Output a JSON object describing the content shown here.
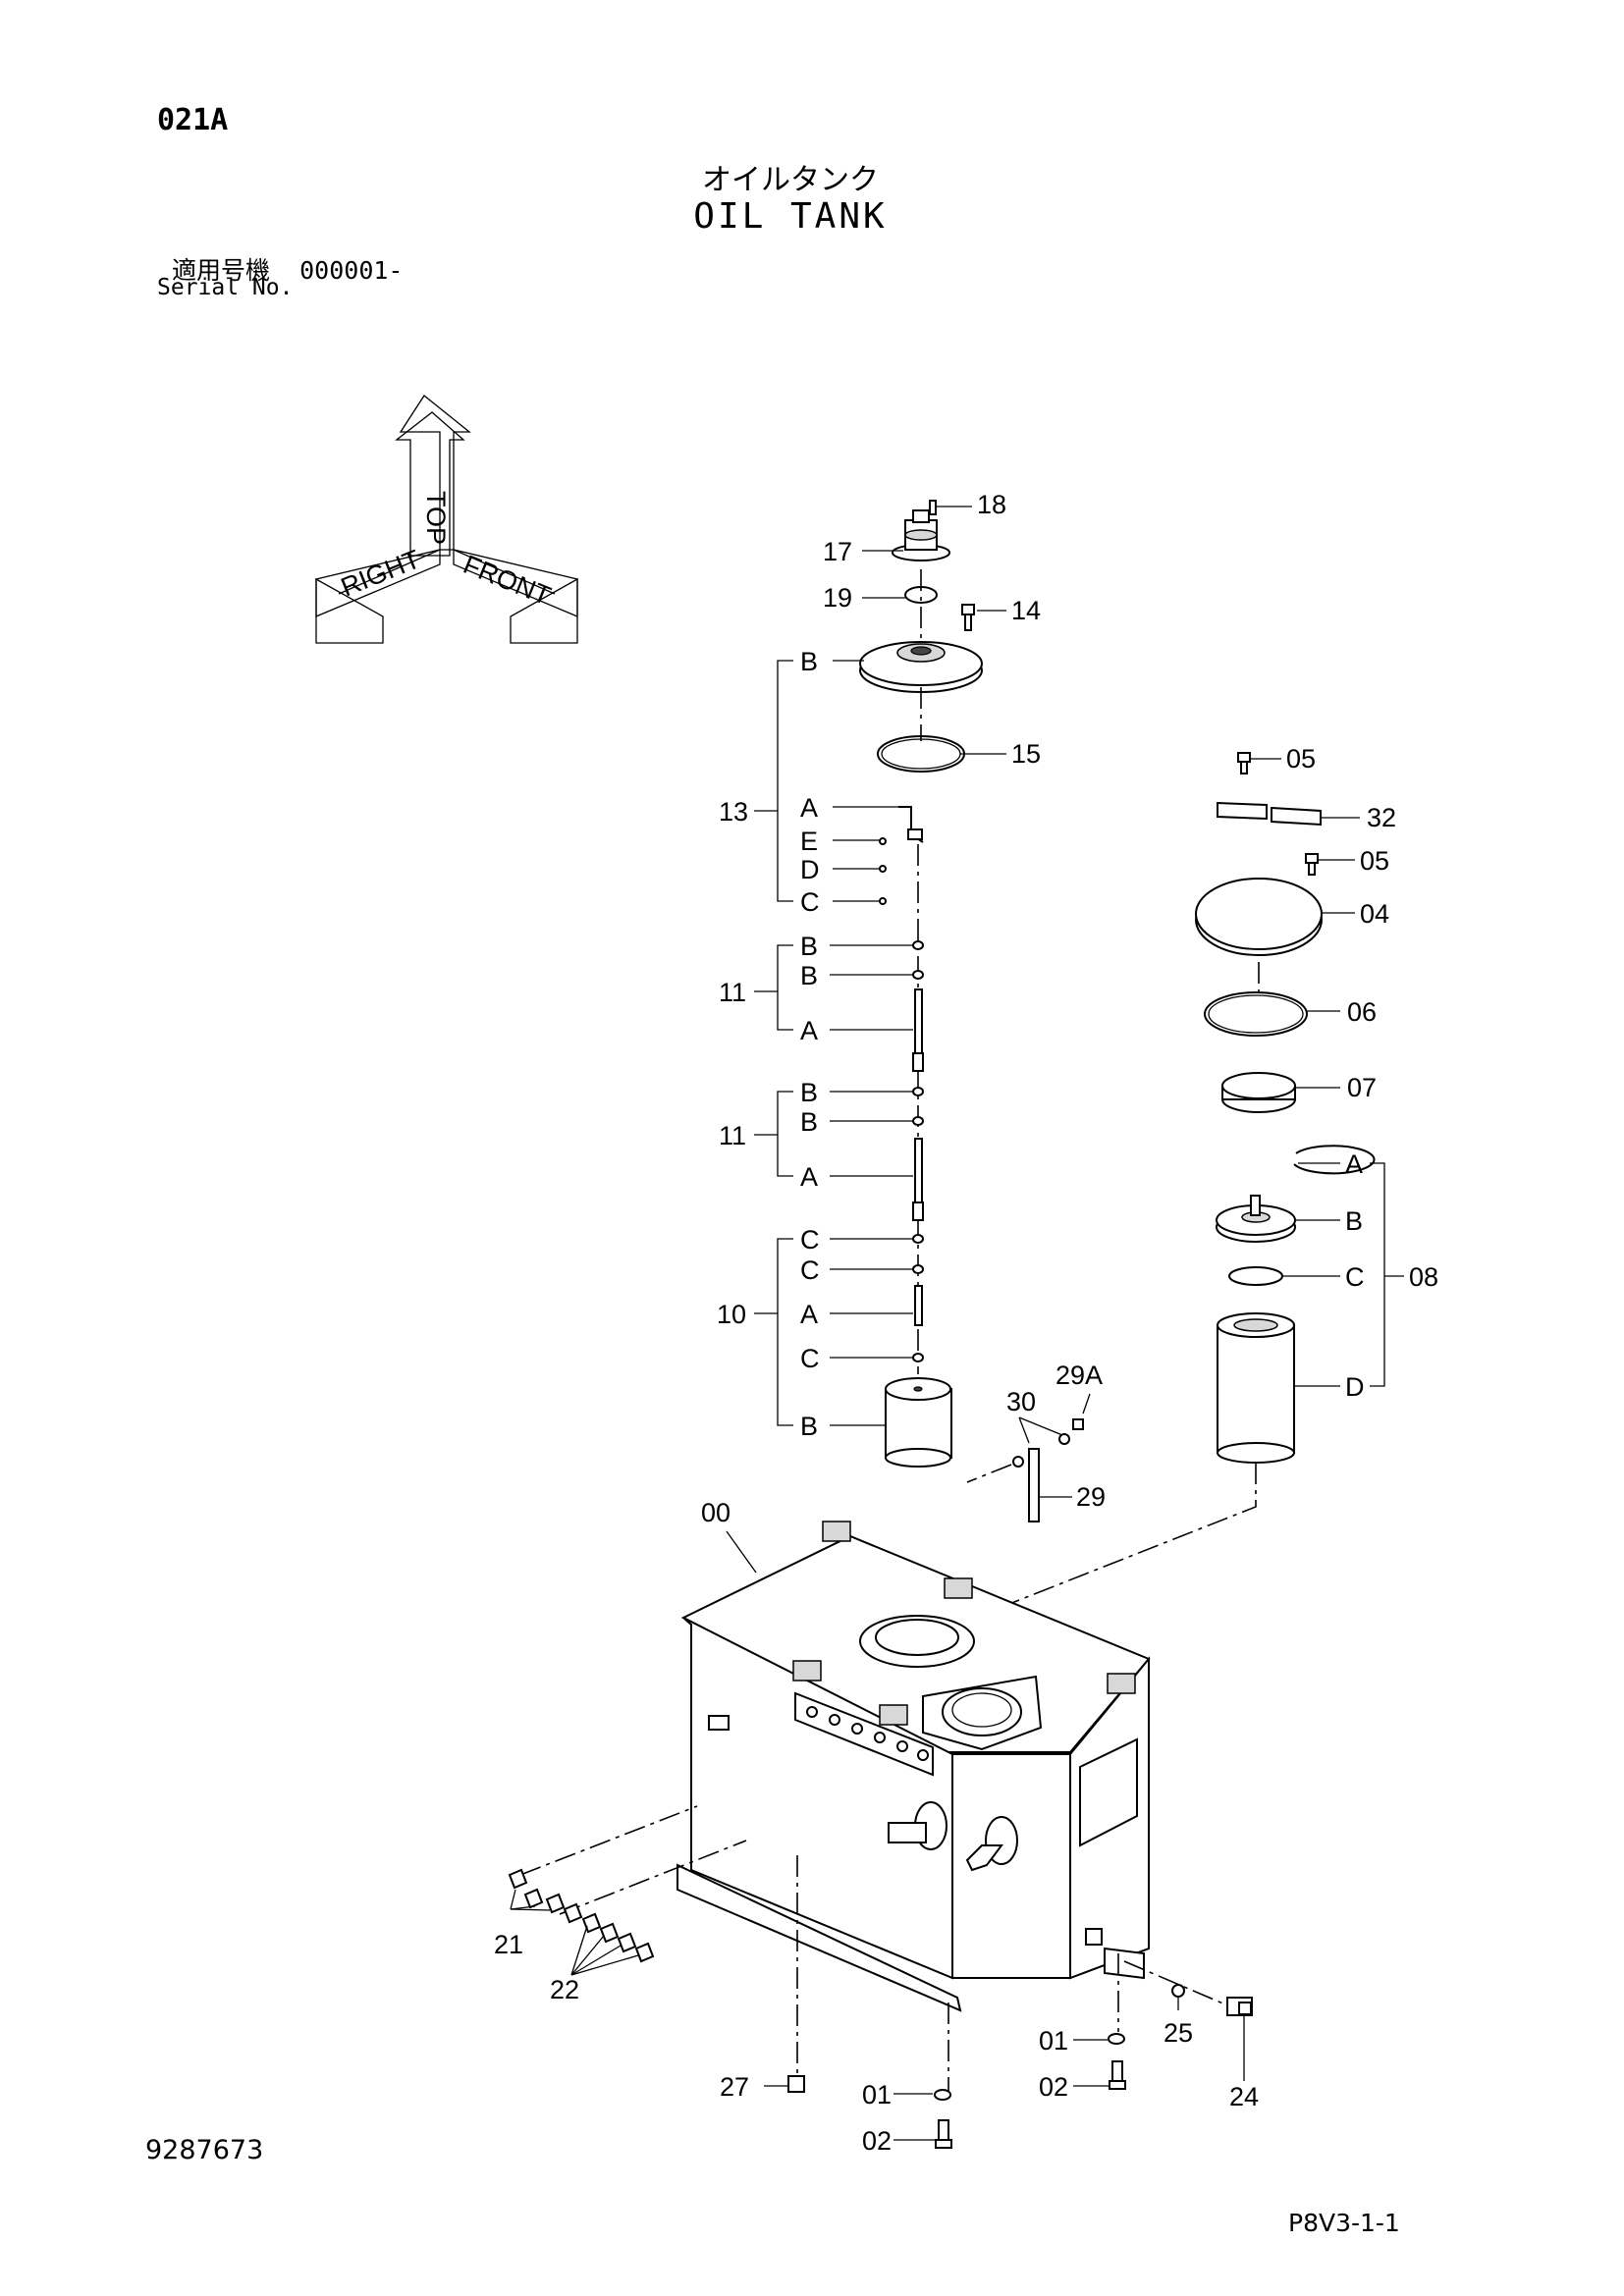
{
  "header": {
    "page_code": "021A",
    "title_jp": "オイルタンク",
    "title_en": "OIL TANK",
    "serial_label_jp": "適用号機",
    "serial_value": "000001-",
    "serial_label_en": "Serial No."
  },
  "orientation": {
    "top": "TOP",
    "right": "RIGHT",
    "front": "FRONT"
  },
  "callouts": {
    "c18": "18",
    "c17": "17",
    "c19": "19",
    "c14": "14",
    "c15": "15",
    "c13": "13",
    "c13B": "B",
    "c13A": "A",
    "c13E": "E",
    "c13D": "D",
    "c13C": "C",
    "c11a": "11",
    "c11aB1": "B",
    "c11aB2": "B",
    "c11aA": "A",
    "c11b": "11",
    "c11bB1": "B",
    "c11bB2": "B",
    "c11bA": "A",
    "c10": "10",
    "c10C1": "C",
    "c10C2": "C",
    "c10A": "A",
    "c10C3": "C",
    "c10B": "B",
    "c05a": "05",
    "c32": "32",
    "c05b": "05",
    "c04": "04",
    "c06": "06",
    "c07": "07",
    "c08": "08",
    "c08A": "A",
    "c08B": "B",
    "c08C": "C",
    "c08D": "D",
    "c30": "30",
    "c29A": "29A",
    "c29": "29",
    "c00": "00",
    "c21": "21",
    "c22": "22",
    "c27": "27",
    "c01a": "01",
    "c02a": "02",
    "c01b": "01",
    "c02b": "02",
    "c25": "25",
    "c24": "24"
  },
  "footer": {
    "doc_number": "9287673",
    "page_ref": "P8V3-1-1"
  }
}
